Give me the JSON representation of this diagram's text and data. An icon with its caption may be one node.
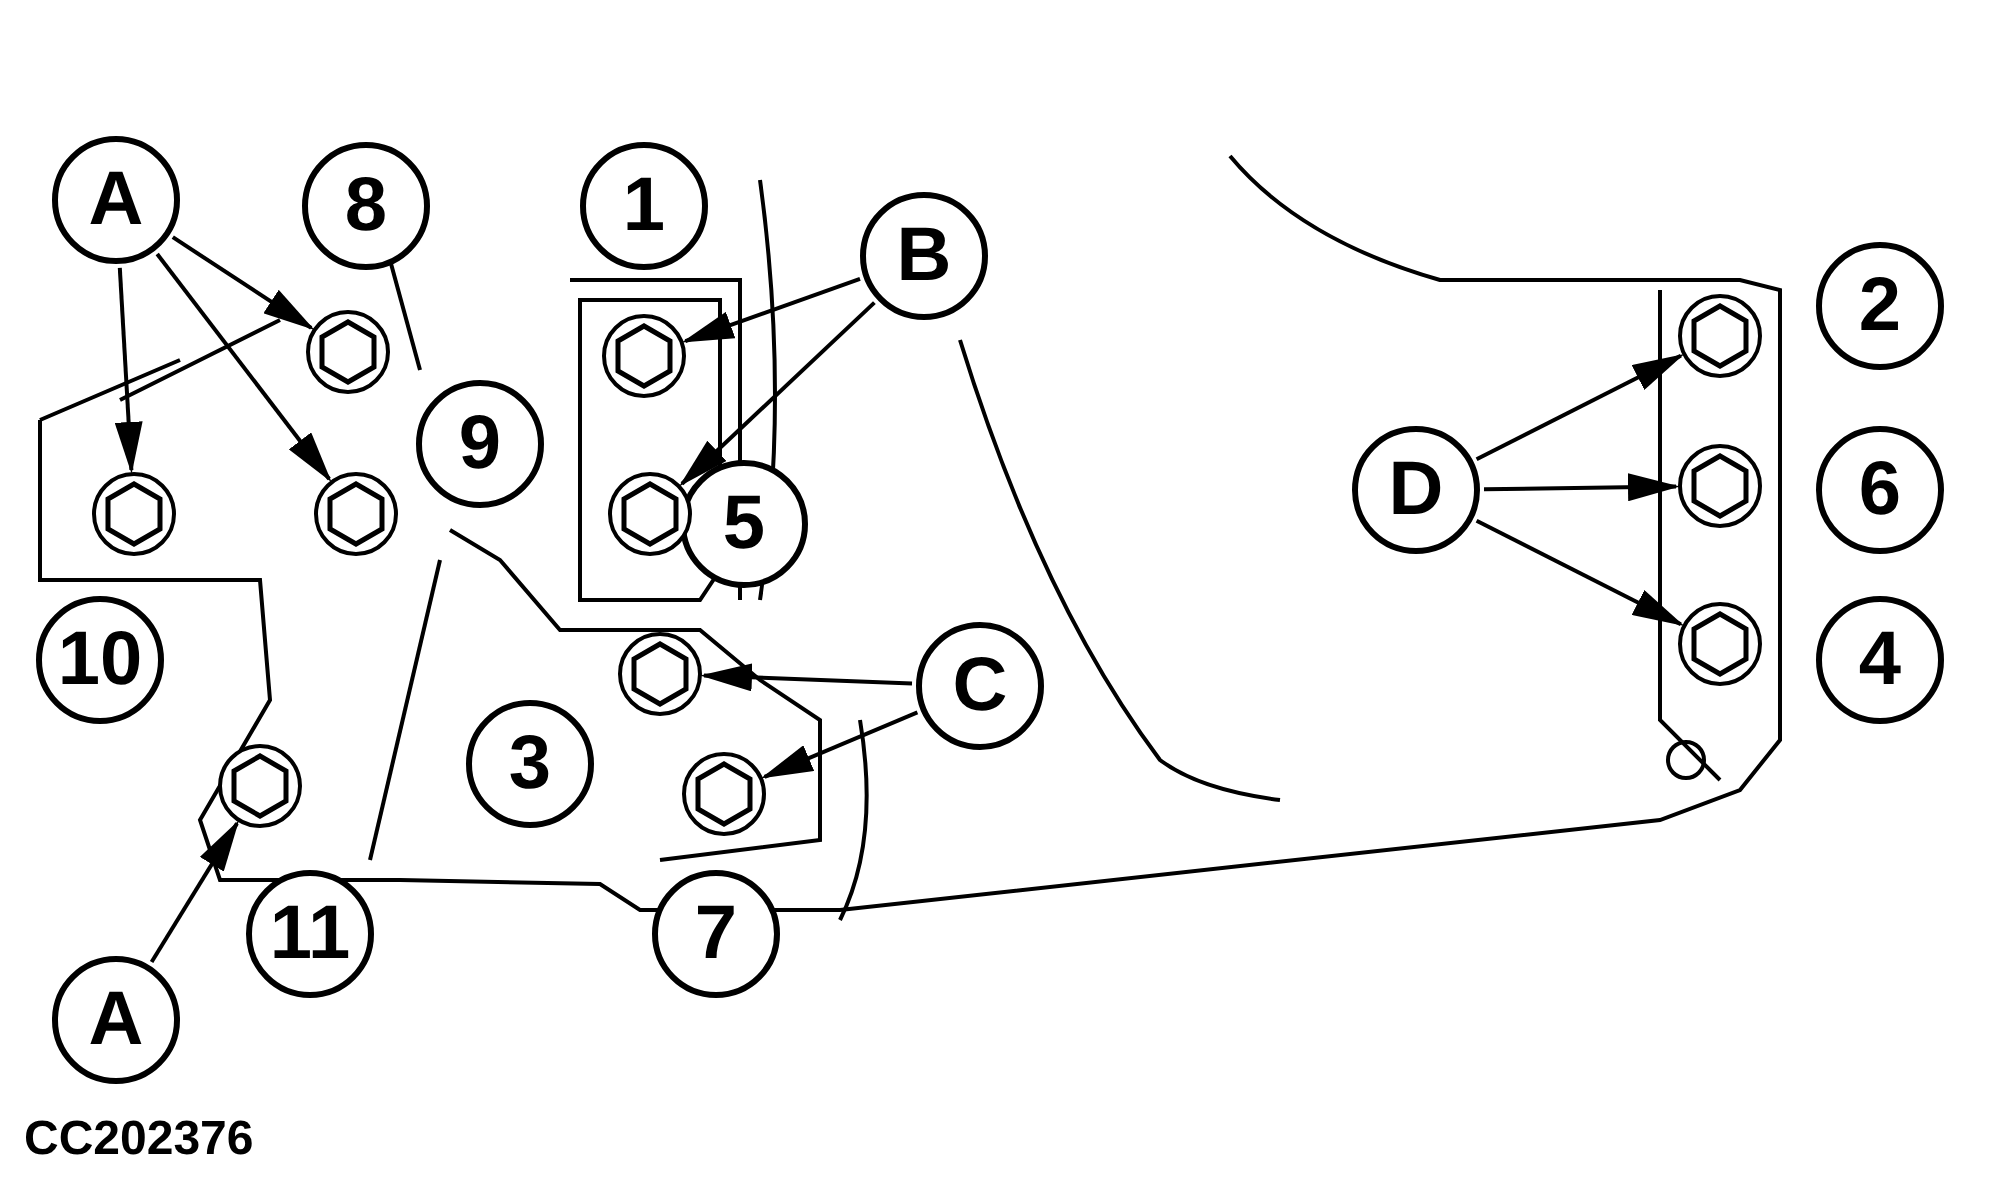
{
  "diagram": {
    "nodes": [
      {
        "text": [
          "A"
        ]
      },
      {
        "text": [
          "8"
        ]
      },
      {
        "text": [
          "1"
        ]
      },
      {
        "text": [
          "B"
        ]
      },
      {
        "text": [
          "2"
        ]
      },
      {
        "text": [
          "9"
        ]
      },
      {
        "text": [
          "D"
        ]
      },
      {
        "text": [
          "6"
        ]
      },
      {
        "text": [
          "5"
        ]
      },
      {
        "text": [
          "10"
        ]
      },
      {
        "text": [
          "C"
        ]
      },
      {
        "text": [
          "4"
        ]
      },
      {
        "text": [
          "3"
        ]
      },
      {
        "text": [
          "11"
        ]
      },
      {
        "text": [
          "7"
        ]
      },
      {
        "text": [
          "A"
        ]
      },
      {
        "text": [],
        "shape": "picture"
      },
      {
        "text": [],
        "shape": "picture"
      },
      {
        "text": [],
        "shape": "picture"
      },
      {
        "text": [],
        "shape": "picture"
      },
      {
        "text": [],
        "shape": "picture"
      },
      {
        "text": [],
        "shape": "picture"
      },
      {
        "text": [],
        "shape": "picture"
      },
      {
        "text": [],
        "shape": "picture"
      },
      {
        "text": [],
        "shape": "picture"
      },
      {
        "text": [],
        "shape": "picture"
      },
      {
        "text": [],
        "shape": "picture"
      }
    ],
    "edges": [
      {
        "from": 0,
        "to": 18,
        "arrow": "to"
      },
      {
        "from": 0,
        "to": 16,
        "arrow": "to"
      },
      {
        "from": 0,
        "to": 19,
        "arrow": "to"
      },
      {
        "from": 3,
        "to": 20,
        "arrow": "to"
      },
      {
        "from": 3,
        "to": 21,
        "arrow": "to"
      },
      {
        "from": 10,
        "to": 22,
        "arrow": "to"
      },
      {
        "from": 10,
        "to": 23,
        "arrow": "to"
      },
      {
        "from": 6,
        "to": 24,
        "arrow": "to"
      },
      {
        "from": 6,
        "to": 25,
        "arrow": "to"
      },
      {
        "from": 6,
        "to": 26,
        "arrow": "to"
      },
      {
        "from": 15,
        "to": 17,
        "arrow": "to"
      }
    ],
    "labels": [
      "CC202376"
    ]
  }
}
